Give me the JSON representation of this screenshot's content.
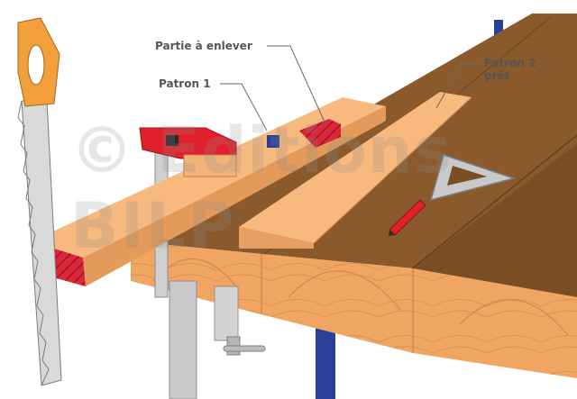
{
  "labels": {
    "partie_a_enlever": "Partie à enlever",
    "patron_1": "Patron 1",
    "patron_2_line1": "Patron 2",
    "patron_2_line2": "prêt"
  },
  "watermark": {
    "line1": "© Editions",
    "line2": "BILP"
  },
  "colors": {
    "bench_top": "#8a5a2c",
    "bench_top_dark": "#7a4d24",
    "bench_front": "#f0a562",
    "board": "#f7b97e",
    "board_shadow": "#e39a5a",
    "end_grain": "#d8283a",
    "clamp_red": "#e0202a",
    "clamp_blue": "#2a3f9a",
    "metal": "#c9c9c9",
    "saw_handle": "#f2a03c",
    "callout_text": "#555555"
  },
  "icons": {
    "saw": "hand-saw-icon",
    "square": "set-square-icon",
    "pencil": "pencil-icon",
    "clamp": "bar-clamp-icon"
  }
}
